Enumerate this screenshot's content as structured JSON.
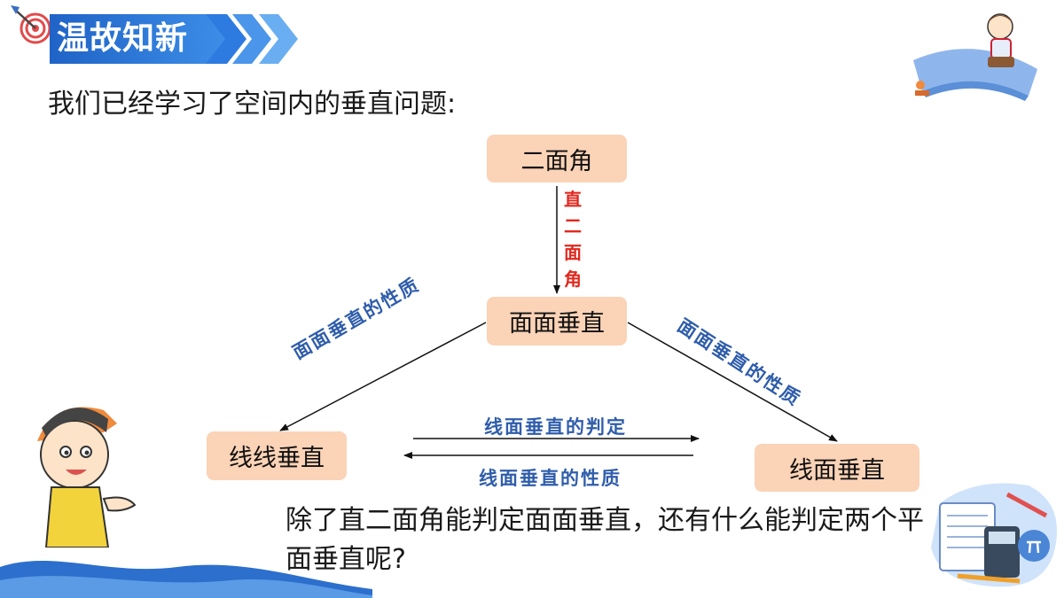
{
  "header": {
    "title": "温故知新"
  },
  "intro": "我们已经学习了空间内的垂直问题:",
  "diagram": {
    "nodes": {
      "top": "二面角",
      "middle": "面面垂直",
      "left": "线线垂直",
      "right": "线面垂直"
    },
    "edge_labels": {
      "vertical_chars": [
        "直",
        "二",
        "面",
        "角"
      ],
      "mid_to_left": "面面垂直的性质",
      "mid_to_right": "面面垂直的性质",
      "left_to_right": "线面垂直的判定",
      "right_to_left": "线面垂直的性质"
    }
  },
  "question": "除了直二面角能判定面面垂直，还有什么能判定两个平面垂直呢?",
  "colors": {
    "banner": "#1f63c6",
    "node_fill": "#fbd3b7",
    "vertical_label": "#e0281e",
    "edge_label": "#2f5dab"
  }
}
